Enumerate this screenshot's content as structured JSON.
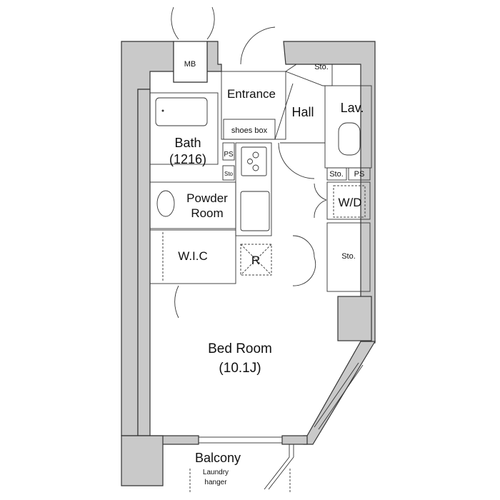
{
  "rooms": {
    "mb": "MB",
    "entrance": "Entrance",
    "shoes_box": "shoes box",
    "hall": "Hall",
    "lav": "Lav.",
    "sto_top": "Sto.",
    "bath": "Bath",
    "bath_size": "(1216)",
    "ps_left": "PS",
    "sto_small": "Sto",
    "sto_lav": "Sto.",
    "ps_right": "PS",
    "powder_1": "Powder",
    "powder_2": "Room",
    "wd": "W/D",
    "wic": "W.I.C",
    "fridge": "R",
    "sto_right": "Sto.",
    "bedroom": "Bed Room",
    "bedroom_size": "(10.1J)",
    "balcony": "Balcony",
    "laundry_1": "Laundry",
    "laundry_2": "hanger"
  }
}
